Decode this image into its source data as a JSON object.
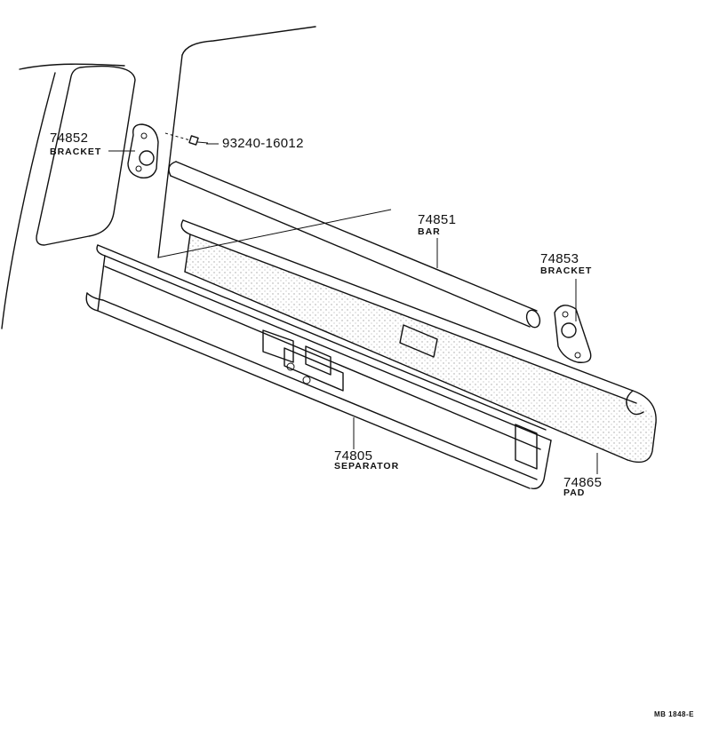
{
  "parts": [
    {
      "id": "bracket_74852",
      "number": "74852",
      "name": "BRACKET"
    },
    {
      "id": "bolt",
      "number": "93240-16012"
    },
    {
      "id": "bar",
      "number": "74851",
      "name": "BAR"
    },
    {
      "id": "bracket_74853",
      "number": "74853",
      "name": "BRACKET"
    },
    {
      "id": "separator",
      "number": "74805",
      "name": "SEPARATOR"
    },
    {
      "id": "pad",
      "number": "74865",
      "name": "PAD"
    }
  ],
  "reference_code": "MB 1848-E"
}
